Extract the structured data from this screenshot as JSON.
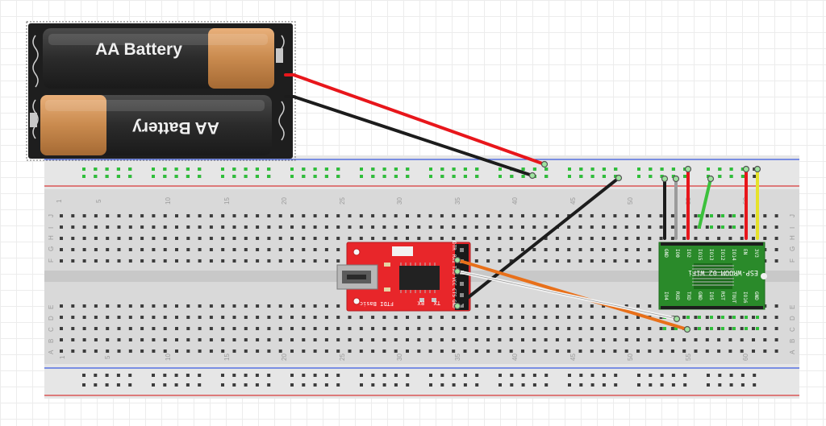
{
  "battery": {
    "top_label": "AA Battery",
    "bottom_label": "AA Battery"
  },
  "breadboard": {
    "column_numbers": [
      "1",
      "5",
      "10",
      "15",
      "20",
      "25",
      "30",
      "35",
      "40",
      "45",
      "50",
      "55",
      "60"
    ],
    "row_letters_top": [
      "J",
      "I",
      "H",
      "G",
      "F"
    ],
    "row_letters_bottom": [
      "E",
      "D",
      "C",
      "B",
      "A"
    ]
  },
  "ftdi": {
    "name": "FTDI Basic",
    "top_pins": [
      "DTR",
      "RXI",
      "TXO",
      "VCC",
      "CTS",
      "GND"
    ],
    "leds": [
      "TX",
      "RX"
    ]
  },
  "esp": {
    "name": "ESP-WROOM-02 WiFi",
    "top_pins": [
      "GND",
      "IO0",
      "IO2",
      "IO15",
      "IO13",
      "IO12",
      "IO14",
      "EN",
      "3V3"
    ],
    "bottom_pins": [
      "IO4",
      "RXD",
      "TXD",
      "GND",
      "IO5",
      "RST",
      "TOUT",
      "IO16",
      "GND"
    ]
  },
  "colors": {
    "red_wire": "#e8161b",
    "black_wire": "#1c1c1c",
    "white_wire": "#f4f4f4",
    "orange_wire": "#e8701a",
    "green_wire": "#3cc13c",
    "gray_wire": "#9b9b9b",
    "yellow_wire": "#e6e22a",
    "ftdi_red": "#e8262a",
    "esp_green": "#2a8a2a",
    "breadboard": "#d9d9d9",
    "battery_case": "#1e1e1e",
    "rail_red": "#d83a3a",
    "rail_blue": "#3a5adf"
  }
}
